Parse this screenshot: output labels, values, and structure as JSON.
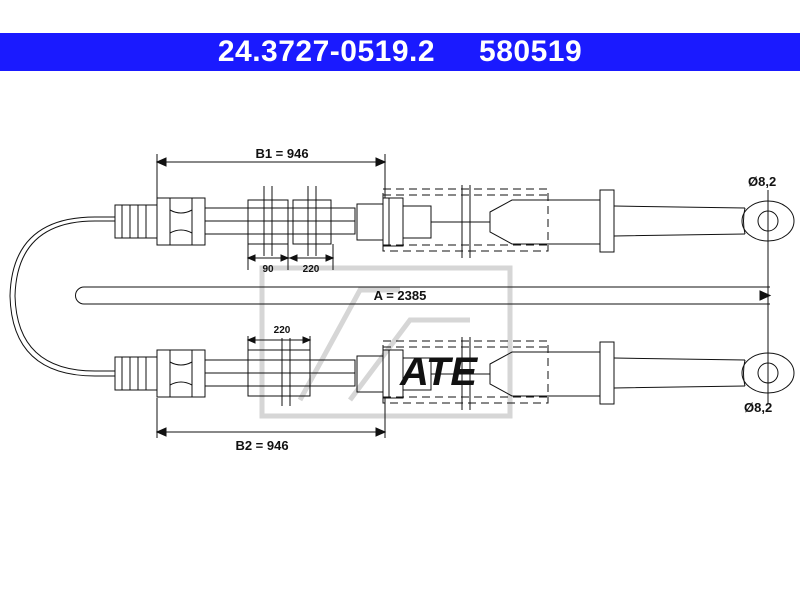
{
  "header": {
    "part_number": "24.3727-0519.2",
    "reference_number": "580519"
  },
  "dimensions": {
    "b1": "B1 = 946",
    "b2": "B2 = 946",
    "a": "A = 2385",
    "gap_90": "90",
    "gap_220_top": "220",
    "gap_220_bottom": "220",
    "diameter_top": "Ø8,2",
    "diameter_bottom": "Ø8,2"
  },
  "colors": {
    "header_bg": "#1a1aff",
    "header_text": "#ffffff",
    "line": "#111111"
  }
}
